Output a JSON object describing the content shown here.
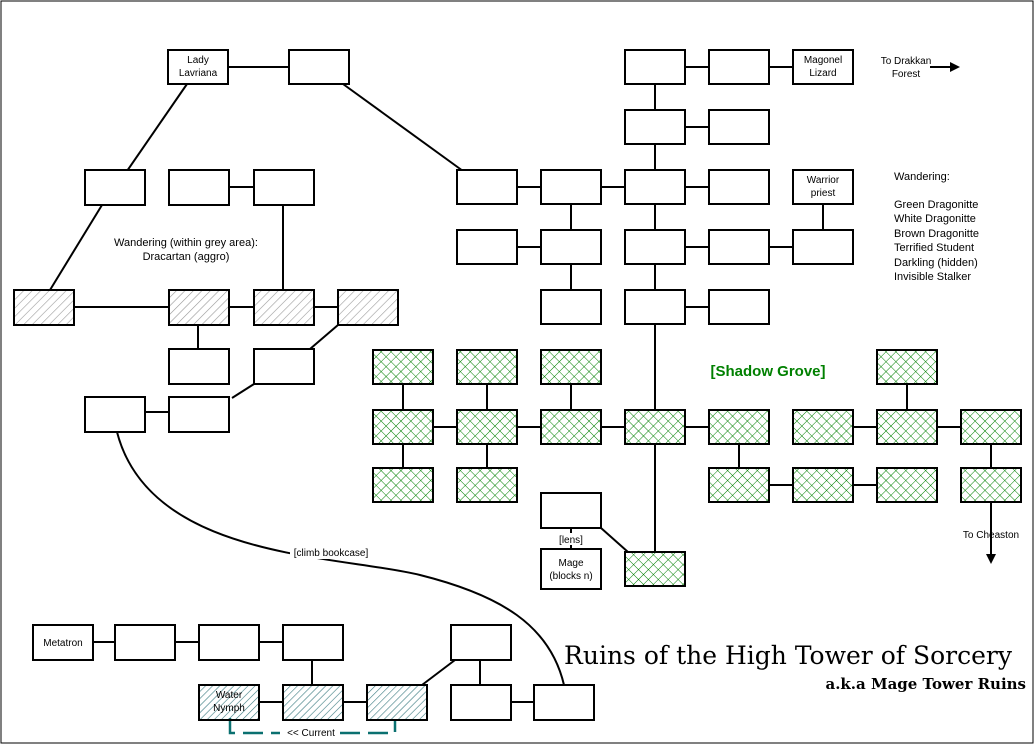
{
  "title": "Ruins of the High Tower of Sorcery",
  "subtitle": "a.k.a Mage Tower Ruins",
  "shadow_grove": "[Shadow Grove]",
  "wandering_grey": {
    "heading": "Wandering (within grey area):",
    "monster": "Dracartan (aggro)"
  },
  "wandering_right": {
    "heading": "Wandering:",
    "monsters": [
      "Green Dragonitte",
      "White Dragonitte",
      "Brown Dragonitte",
      "Terrified Student",
      "Darkling (hidden)",
      "Invisible Stalker"
    ]
  },
  "rooms": {
    "lady": [
      "Lady",
      "Lavriana"
    ],
    "magonel": [
      "Magonel",
      "Lizard"
    ],
    "warrior": [
      "Warrior",
      "priest"
    ],
    "mage": [
      "Mage",
      "(blocks n)"
    ],
    "metatron": "Metatron",
    "nymph": [
      "Water",
      "Nymph"
    ]
  },
  "exits": {
    "drakkan": [
      "To Drakkan",
      "Forest"
    ],
    "cheaston": "To Cheaston"
  },
  "annotations": {
    "lens": "[lens]",
    "climb": "[climb bookcase]",
    "current": "<< Current"
  },
  "colors": {
    "grove_hatch": "#008000",
    "grey_hatch": "#999999",
    "current_hatch": "#3a7a80",
    "current_line": "#0a7070",
    "grove_text": "#008000"
  }
}
